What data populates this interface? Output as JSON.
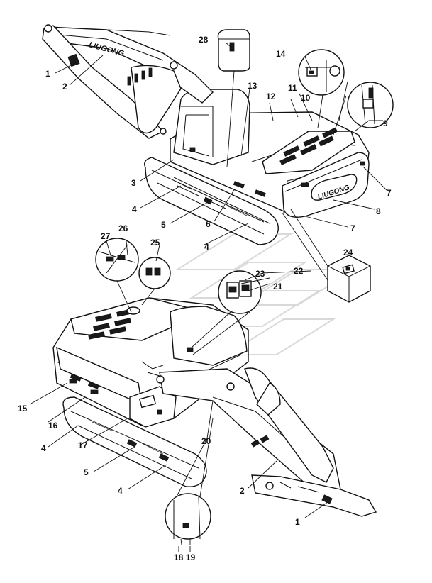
{
  "labels": {
    "n1": "1",
    "n2": "2",
    "n3": "3",
    "n4": "4",
    "n5": "5",
    "n6": "6",
    "n7": "7",
    "n8": "8",
    "n9": "9",
    "n10": "10",
    "n11": "11",
    "n12": "12",
    "n13": "13",
    "n14": "14",
    "n15": "15",
    "n16": "16",
    "n17": "17",
    "n18": "18",
    "n19": "19",
    "n20": "20",
    "n21": "21",
    "n22": "22",
    "n23": "23",
    "n24": "24",
    "n25": "25",
    "n26": "26",
    "n27": "27",
    "n28": "28"
  },
  "decals": {
    "brand_logo": "LIUGONG"
  }
}
